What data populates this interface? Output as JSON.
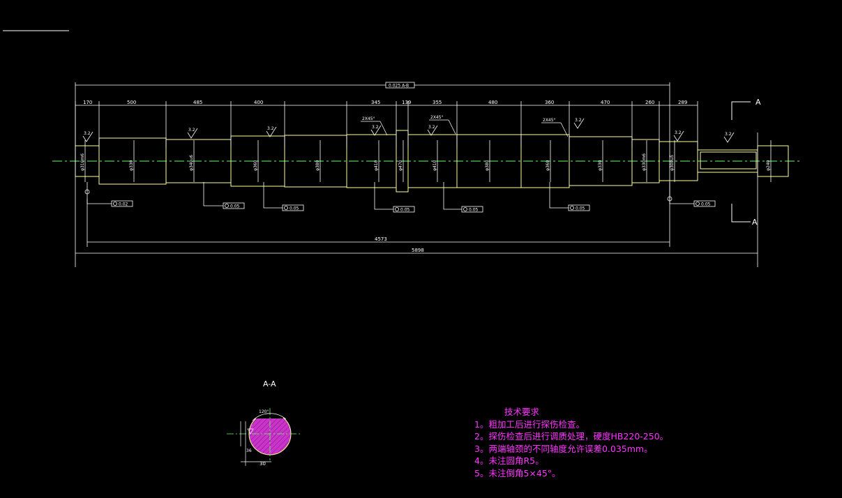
{
  "colors": {
    "background": "#000000",
    "outline": "#ffff99",
    "dimension": "#ffffff",
    "centerline": "#66ff66",
    "section_fill": "#cc33cc",
    "notes": "#ff33ff"
  },
  "top_dimensions": [
    "170",
    "500",
    "485",
    "400",
    "345",
    "139",
    "355",
    "480",
    "360",
    "470",
    "260",
    "289"
  ],
  "tolerance_frame_top": "0.025 A-B",
  "overall_dimensions": {
    "between_bearings": "4573",
    "total_length": "5898"
  },
  "diameters": [
    "φ310m6",
    "φ330",
    "φ340u6",
    "φ360",
    "φ380",
    "φ410",
    "φ470",
    "φ410",
    "φ380",
    "φ360",
    "φ330",
    "φ330m6",
    "φ300u5",
    "φ240"
  ],
  "runout_tolerances": [
    "0.02",
    "0.05",
    "0.05",
    "0.05",
    "0.05",
    "0.05",
    "0.05"
  ],
  "chamfer_labels": [
    "2X45°",
    "2X45°",
    "2X45°"
  ],
  "surface_roughness": "3.2",
  "section": {
    "cut_label": "A",
    "title": "A-A",
    "angle": "120°",
    "dim_width": "30",
    "dim_depth": "36"
  },
  "technical_requirements": {
    "title": "技术要求",
    "items": [
      "1。粗加工后进行探伤检查。",
      "2。探伤检查后进行调质处理，硬度HB220-250。",
      "3。两端轴颈的不同轴度允许误差0.035mm。",
      "4。未注圆角R5。",
      "5。未注倒角5×45°。"
    ]
  }
}
